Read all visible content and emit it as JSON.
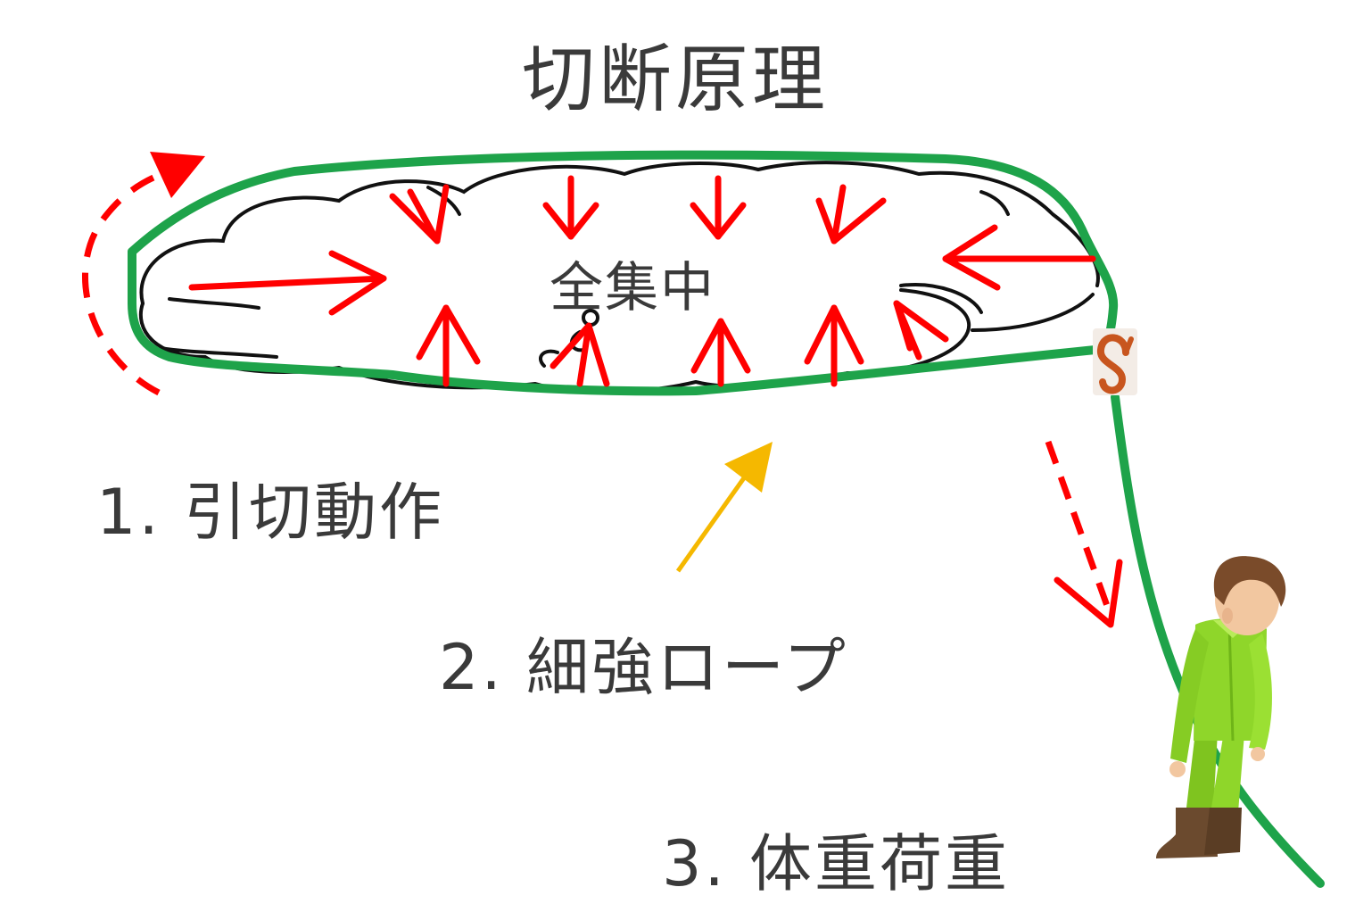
{
  "title": "切断原理",
  "center_label": "全集中",
  "steps": [
    {
      "label": "1. 引切動作"
    },
    {
      "label": "2. 細強ロープ"
    },
    {
      "label": "3. 体重荷重"
    }
  ],
  "colors": {
    "rope": "#1ea34a",
    "force_arrow": "#ff0000",
    "pointer_arrow": "#f5b800",
    "outline": "#111111",
    "text": "#3a3a3a",
    "figure_suit": "#8fd62a",
    "figure_hair": "#7a4b2a",
    "carabiner": "#c8551e"
  },
  "icons": {
    "branch": "tree-branch-outline",
    "carabiner": "carabiner-icon",
    "person": "person-figure"
  }
}
